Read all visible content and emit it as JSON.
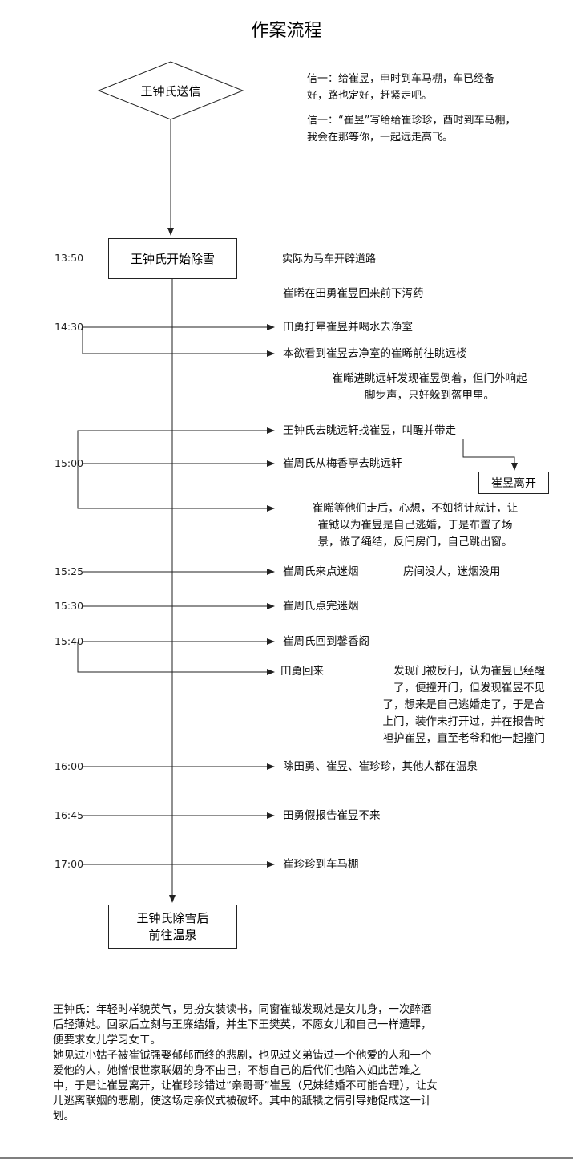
{
  "title": "作案流程",
  "nodes": {
    "start_diamond": "王钟氏送信",
    "box_start_snow": "王钟氏开始除雪",
    "box_leave": "崔昱离开",
    "box_end": [
      "王钟氏除雪后",
      "前往温泉"
    ]
  },
  "letters": {
    "letter1": [
      "信一：给崔昱，申时到车马棚，车已经备",
      "好，路也定好，赶紧走吧。"
    ],
    "letter2": [
      "信一：“崔昱”写给给崔珍珍，酉时到车马棚，",
      "我会在那等你，一起远走高飞。"
    ]
  },
  "notes": {
    "actual_purpose": "实际为马车开辟道路",
    "cui_xi_poison": "崔晞在田勇崔昱回来前下泻药",
    "cui_xi_enter": [
      "崔晞进眺远轩发现崔昱倒着，但门外响起",
      "脚步声，只好躲到盔甲里。"
    ]
  },
  "timeline": [
    {
      "time": "13:50"
    },
    {
      "time": "14:30"
    },
    {
      "time": "15:00"
    },
    {
      "time": "15:25"
    },
    {
      "time": "15:30"
    },
    {
      "time": "15:40"
    },
    {
      "time": "16:00"
    },
    {
      "time": "16:45"
    },
    {
      "time": "17:00"
    }
  ],
  "events": {
    "e1430a": "田勇打晕崔昱并喝水去净室",
    "e1430b": "本欲看到崔昱去净室的崔晞前往眺远楼",
    "e1500a": "王钟氏去眺远轩找崔昱，叫醒并带走",
    "e1500b": "崔周氏从梅香亭去眺远轩",
    "e1500c": [
      "崔晞等他们走后，心想，不如将计就计，让",
      "崔钺以为崔昱是自己逃婚，于是布置了场",
      "景，做了绳结，反闩房门，自己跳出窗。"
    ],
    "e1525": "崔周氏来点迷烟",
    "e1525_note": "房间没人，迷烟没用",
    "e1530": "崔周氏点完迷烟",
    "e1540a": "崔周氏回到馨香阁",
    "e1540b_label": "田勇回来",
    "e1540b_text": [
      "发现门被反闩，认为崔昱已经醒",
      "了，便撞开门，但发现崔昱不见",
      "了，想来是自己逃婚走了，于是合",
      "上门，装作未打开过，并在报告时",
      "袒护崔昱，直至老爷和他一起撞门"
    ],
    "e1600": "除田勇、崔昱、崔珍珍，其他人都在温泉",
    "e1645": "田勇假报告崔昱不来",
    "e1700": "崔珍珍到车马棚"
  },
  "bottom_text": {
    "para1": [
      "王钟氏：年轻时样貌英气，男扮女装读书，同窗崔钺发现她是女儿身，一次醉酒",
      "后轻薄她。回家后立刻与王廉结婚，并生下王樊英，不愿女儿和自己一样遭罪，",
      "便要求女儿学习女工。"
    ],
    "para2": [
      "她见过小姑子被崔钺强娶郁郁而终的悲剧，也见过义弟错过一个他爱的人和一个",
      "爱他的人，她憎恨世家联姻的身不由己，不想自己的后代们也陷入如此苦难之",
      "中，于是让崔昱离开，让崔珍珍错过“亲哥哥”崔昱（兄妹结婚不可能合理），让女",
      "儿逃离联姻的悲剧，使这场定亲仪式被破坏。其中的舐犊之情引导她促成这一计",
      "划。"
    ]
  },
  "colors": {
    "line": "#222222",
    "background": "#ffffff",
    "footer_rule": "#555555"
  }
}
